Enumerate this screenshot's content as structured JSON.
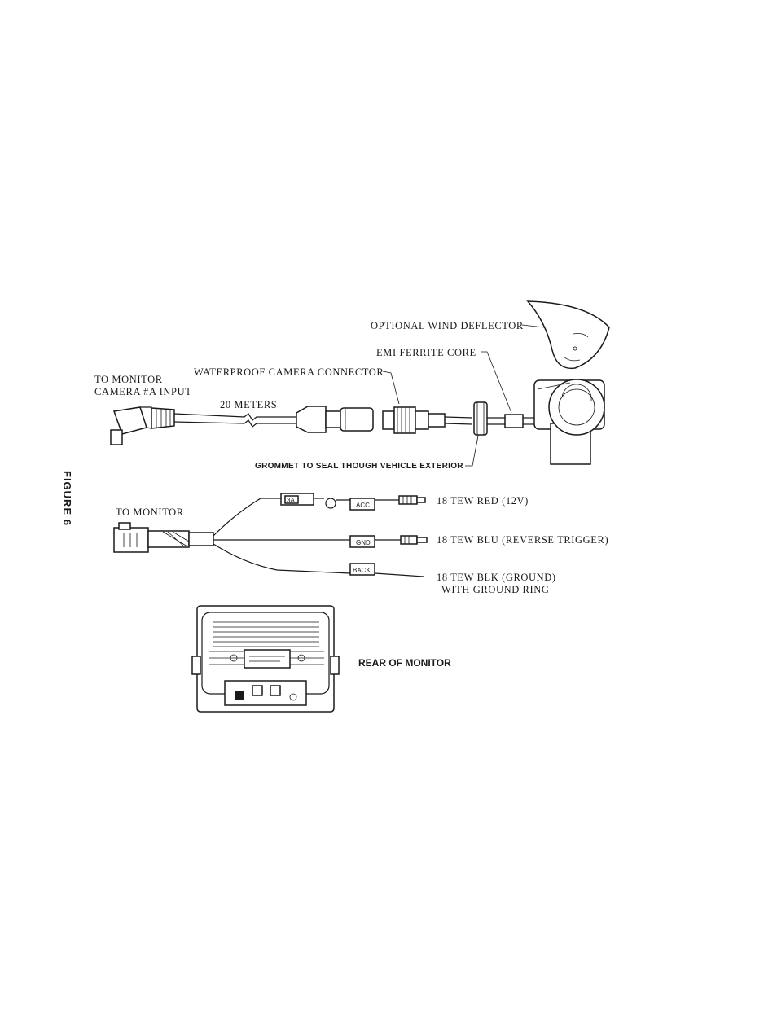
{
  "figure_label": "FIGURE 6",
  "camera_assembly": {
    "to_monitor_line1": "TO MONITOR",
    "to_monitor_line2": "CAMERA #A INPUT",
    "cable_length": "20 METERS",
    "waterproof_connector": "WATERPROOF CAMERA CONNECTOR",
    "emi_core": "EMI FERRITE CORE",
    "wind_deflector": "OPTIONAL WIND DEFLECTOR",
    "grommet": "GROMMET TO SEAL THOUGH VEHICLE EXTERIOR"
  },
  "power_harness": {
    "to_monitor": "TO MONITOR",
    "fuse_tag": "3A",
    "tags": [
      "ACC",
      "GND",
      "BACK"
    ],
    "wires": [
      "18 TEW RED (12V)",
      "18 TEW BLU (REVERSE TRIGGER)",
      "18 TEW BLK (GROUND)"
    ],
    "ground_note": "WITH GROUND RING"
  },
  "monitor_rear": {
    "label": "REAR OF MONITOR"
  }
}
